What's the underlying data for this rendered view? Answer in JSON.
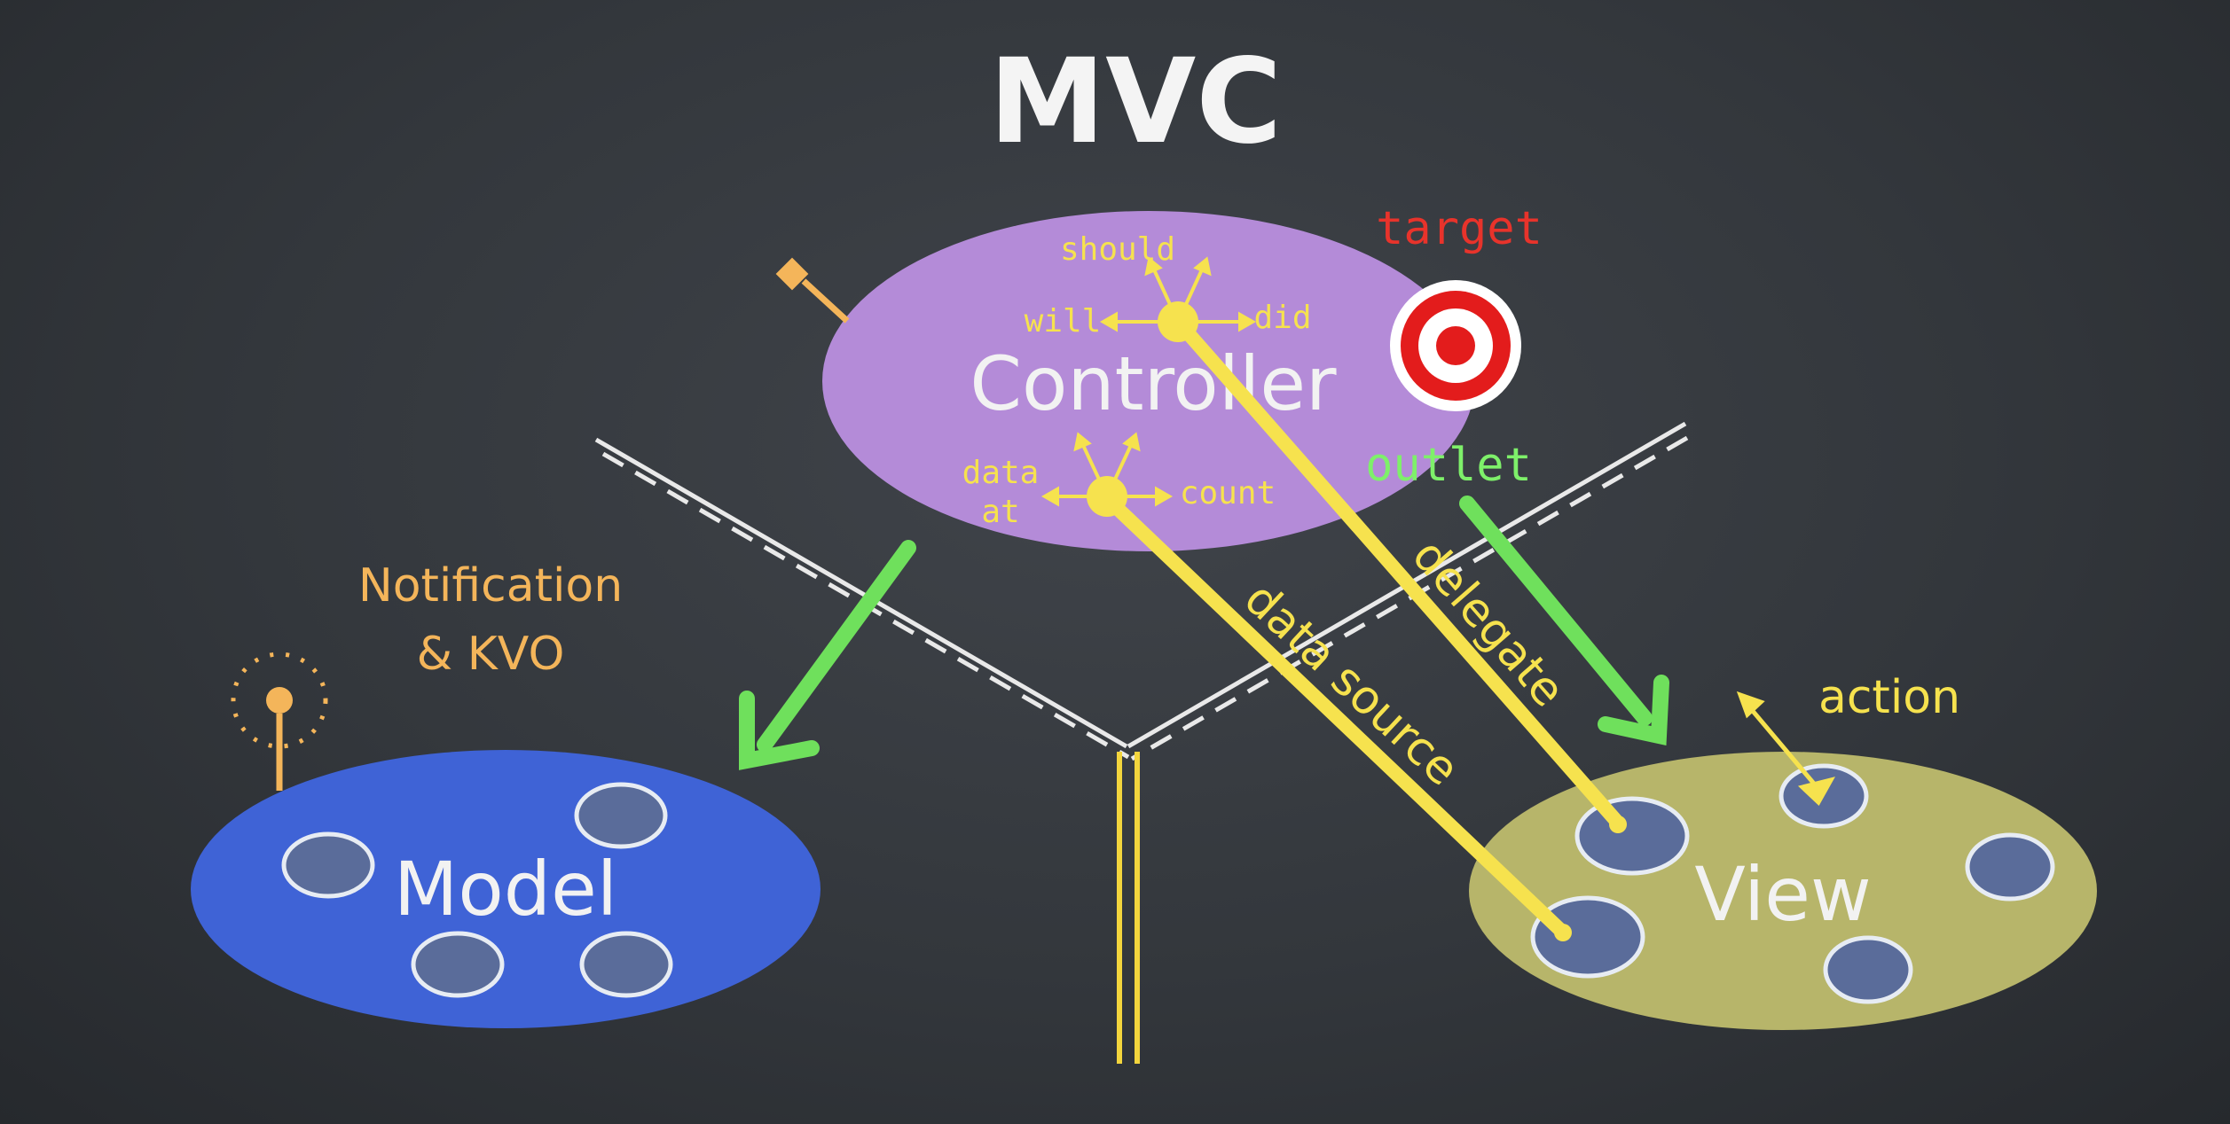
{
  "title": "MVC",
  "controller": {
    "label": "Controller",
    "protocol_words": {
      "should": "should",
      "will": "will",
      "did": "did",
      "data": "data",
      "at": "at",
      "count": "count"
    }
  },
  "model": {
    "label": "Model"
  },
  "view": {
    "label": "View"
  },
  "labels": {
    "target": "target",
    "outlet": "outlet",
    "delegate": "delegate",
    "data_source": "data source",
    "action": "action",
    "notification_line1": "Notification",
    "notification_line2": "& KVO"
  },
  "colors": {
    "controller": "#b48bd8",
    "model": "#3f63d6",
    "view": "#b7b56a",
    "arrow_green": "#6fe05c",
    "yellow": "#f6e24e",
    "orange": "#f4b55a",
    "target_red": "#e31c1c",
    "chalk_white": "#f2f2f2"
  },
  "icons": [
    "target-icon",
    "radio-tower-icon",
    "antenna-icon"
  ]
}
